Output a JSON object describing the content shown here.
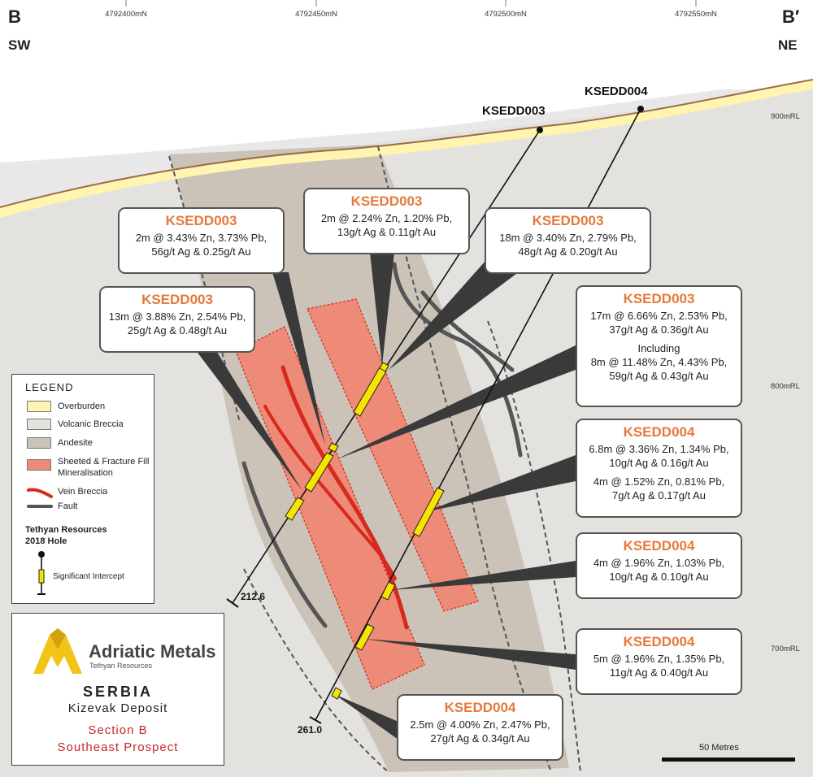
{
  "section": {
    "start_label": "B",
    "end_label": "B′",
    "start_dir": "SW",
    "end_dir": "NE"
  },
  "northings": [
    "4792400mN",
    "4792450mN",
    "4792500mN",
    "4792550mN"
  ],
  "elevations": [
    "900mRL",
    "800mRL",
    "700mRL"
  ],
  "holes": [
    {
      "name": "KSEDD003",
      "end_depth": "212.6"
    },
    {
      "name": "KSEDD004",
      "end_depth": "261.0"
    }
  ],
  "intercepts": [
    {
      "hole": "KSEDD003",
      "lines": [
        "2m @ 3.43% Zn, 3.73% Pb,",
        "56g/t Ag & 0.25g/t Au"
      ]
    },
    {
      "hole": "KSEDD003",
      "lines": [
        "2m @ 2.24% Zn, 1.20% Pb,",
        "13g/t Ag & 0.11g/t Au"
      ]
    },
    {
      "hole": "KSEDD003",
      "lines": [
        "18m @ 3.40% Zn, 2.79% Pb,",
        "48g/t Ag & 0.20g/t Au"
      ]
    },
    {
      "hole": "KSEDD003",
      "lines": [
        "13m @ 3.88% Zn, 2.54% Pb,",
        "25g/t Ag & 0.48g/t Au"
      ]
    },
    {
      "hole": "KSEDD003",
      "lines": [
        "17m @ 6.66% Zn, 2.53% Pb,",
        "37g/t Ag & 0.36g/t Au"
      ],
      "sub_heading": "Including",
      "sub_lines": [
        "8m @ 11.48% Zn, 4.43% Pb,",
        "59g/t Ag & 0.43g/t Au"
      ]
    },
    {
      "hole": "KSEDD004",
      "lines": [
        "6.8m @ 3.36% Zn, 1.34% Pb,",
        "10g/t Ag & 0.16g/t Au"
      ],
      "sub_lines": [
        "4m @ 1.52% Zn, 0.81% Pb,",
        "7g/t Ag & 0.17g/t Au"
      ]
    },
    {
      "hole": "KSEDD004",
      "lines": [
        "4m @ 1.96% Zn, 1.03% Pb,",
        "10g/t Ag & 0.10g/t Au"
      ]
    },
    {
      "hole": "KSEDD004",
      "lines": [
        "5m @ 1.96% Zn, 1.35% Pb,",
        "11g/t Ag & 0.40g/t Au"
      ]
    },
    {
      "hole": "KSEDD004",
      "lines": [
        "2.5m @ 4.00% Zn, 2.47% Pb,",
        "27g/t Ag & 0.34g/t Au"
      ]
    }
  ],
  "legend": {
    "title": "LEGEND",
    "items": [
      "Overburden",
      "Volcanic Breccia",
      "Andesite",
      "Sheeted & Fracture Fill Mineralisation",
      "Vein Breccia",
      "Fault"
    ],
    "hole_heading": [
      "Tethyan Resources",
      "2018 Hole"
    ],
    "intercept_label": "Significant Intercept"
  },
  "branding": {
    "company": "Adriatic Metals",
    "subsidiary": "Tethyan Resources",
    "country": "SERBIA",
    "deposit": "Kizevak Deposit",
    "section": "Section B",
    "prospect": "Southeast Prospect"
  },
  "scale_bar": "50 Metres",
  "colors": {
    "background": "#e8e8e8",
    "overburden": "#fff4b0",
    "volcanic_breccia": "#e4e2de",
    "andesite": "#cbc2b8",
    "mineralisation": "#ee8b78",
    "vein_breccia": "#d62a1c",
    "fault": "#555555",
    "intercept": "#f5e400",
    "title_orange": "#e47a3c"
  }
}
